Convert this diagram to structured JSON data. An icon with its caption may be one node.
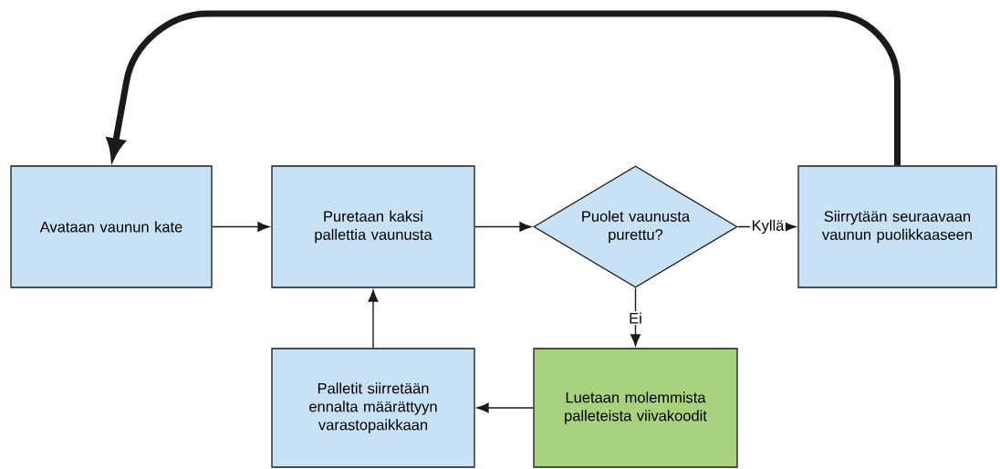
{
  "diagram": {
    "nodes": [
      {
        "text": [
          "Avataan vaunun kate"
        ]
      },
      {
        "text": [
          "Puretaan kaksi pallettia vaunusta"
        ]
      },
      {
        "text": [
          "Puolet vaunusta purettu?"
        ]
      },
      {
        "text": [
          "Siirrytään seuraavaan vaunun puolikkaaseen"
        ]
      },
      {
        "text": [
          "Luetaan molemmista palleteista viivakoodit"
        ]
      },
      {
        "text": [
          "Palletit siirretään ennalta määrättyyn varastopaikkaan"
        ]
      }
    ],
    "edges": [
      {
        "from": 0,
        "to": 1,
        "arrow": "to"
      },
      {
        "from": 1,
        "to": 2,
        "arrow": "to"
      },
      {
        "from": 2,
        "to": 3,
        "arrow": "to",
        "label": "Kyllä"
      },
      {
        "from": 2,
        "to": 4,
        "arrow": "to",
        "label": "Ei"
      },
      {
        "from": 4,
        "to": 5,
        "arrow": "to"
      },
      {
        "from": 5,
        "to": 1,
        "arrow": "to"
      },
      {
        "from": 3,
        "to": 0,
        "arrow": "to",
        "style": "thick"
      }
    ]
  }
}
